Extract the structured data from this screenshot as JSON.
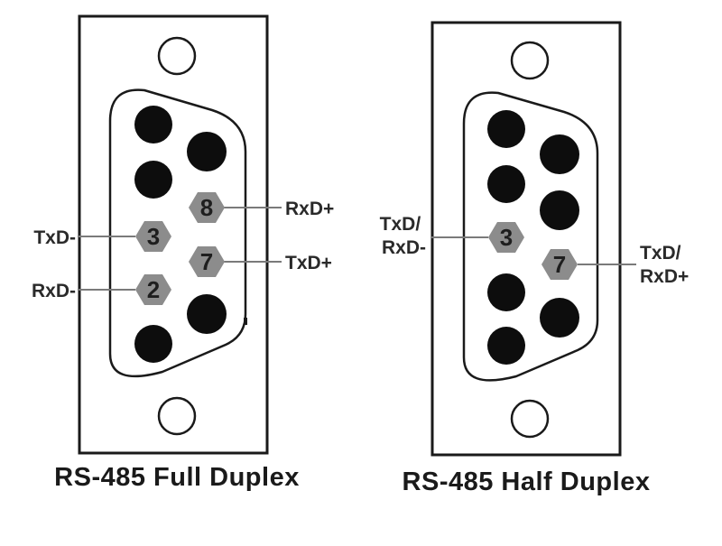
{
  "connectors": [
    {
      "caption": "RS-485 Full Duplex",
      "labeled_pins": [
        {
          "pin": "8",
          "label_lines": [
            "RxD+"
          ]
        },
        {
          "pin": "3",
          "label_lines": [
            "TxD-"
          ]
        },
        {
          "pin": "7",
          "label_lines": [
            "TxD+"
          ]
        },
        {
          "pin": "2",
          "label_lines": [
            "RxD-"
          ]
        }
      ]
    },
    {
      "caption": "RS-485 Half Duplex",
      "labeled_pins": [
        {
          "pin": "3",
          "label_lines": [
            "TxD/",
            "RxD-"
          ]
        },
        {
          "pin": "7",
          "label_lines": [
            "TxD/",
            "RxD+"
          ]
        }
      ]
    }
  ],
  "colors": {
    "outline": "#1a1a1a",
    "unused_pin": "#0d0d0d",
    "signal_pin": "#8c8c8c",
    "leader_line": "#7a7a7a"
  },
  "icons": [
    "mounting-hole-icon",
    "db9-shell-icon"
  ]
}
